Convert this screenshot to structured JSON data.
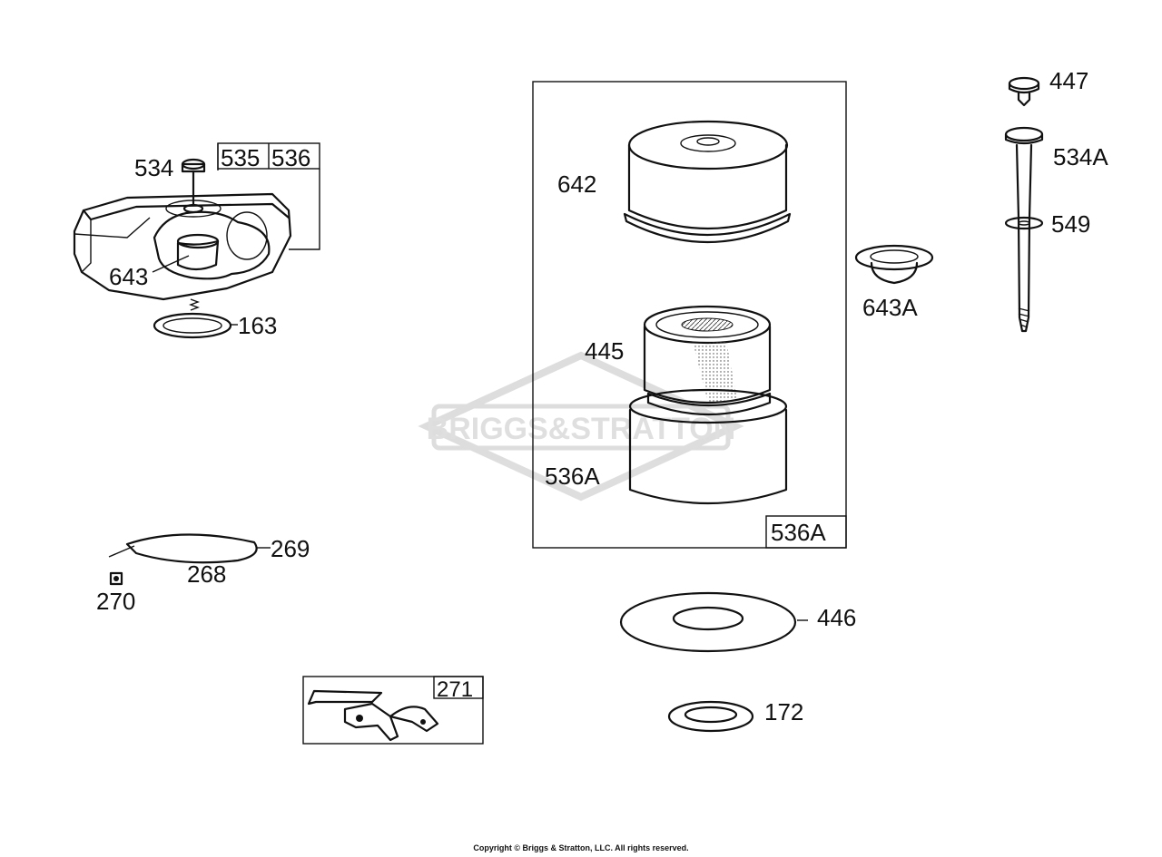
{
  "watermark": "BRIGGS&STRATTON",
  "copyright": "Copyright © Briggs & Stratton, LLC. All rights reserved.",
  "parts": {
    "p534": "534",
    "p535": "535",
    "p536": "536",
    "p643": "643",
    "p163": "163",
    "p642": "642",
    "p445": "445",
    "p536A_inner": "536A",
    "p536A_box": "536A",
    "p643A": "643A",
    "p447": "447",
    "p534A": "534A",
    "p549": "549",
    "p269": "269",
    "p268": "268",
    "p270": "270",
    "p446": "446",
    "p172": "172",
    "p271": "271"
  }
}
